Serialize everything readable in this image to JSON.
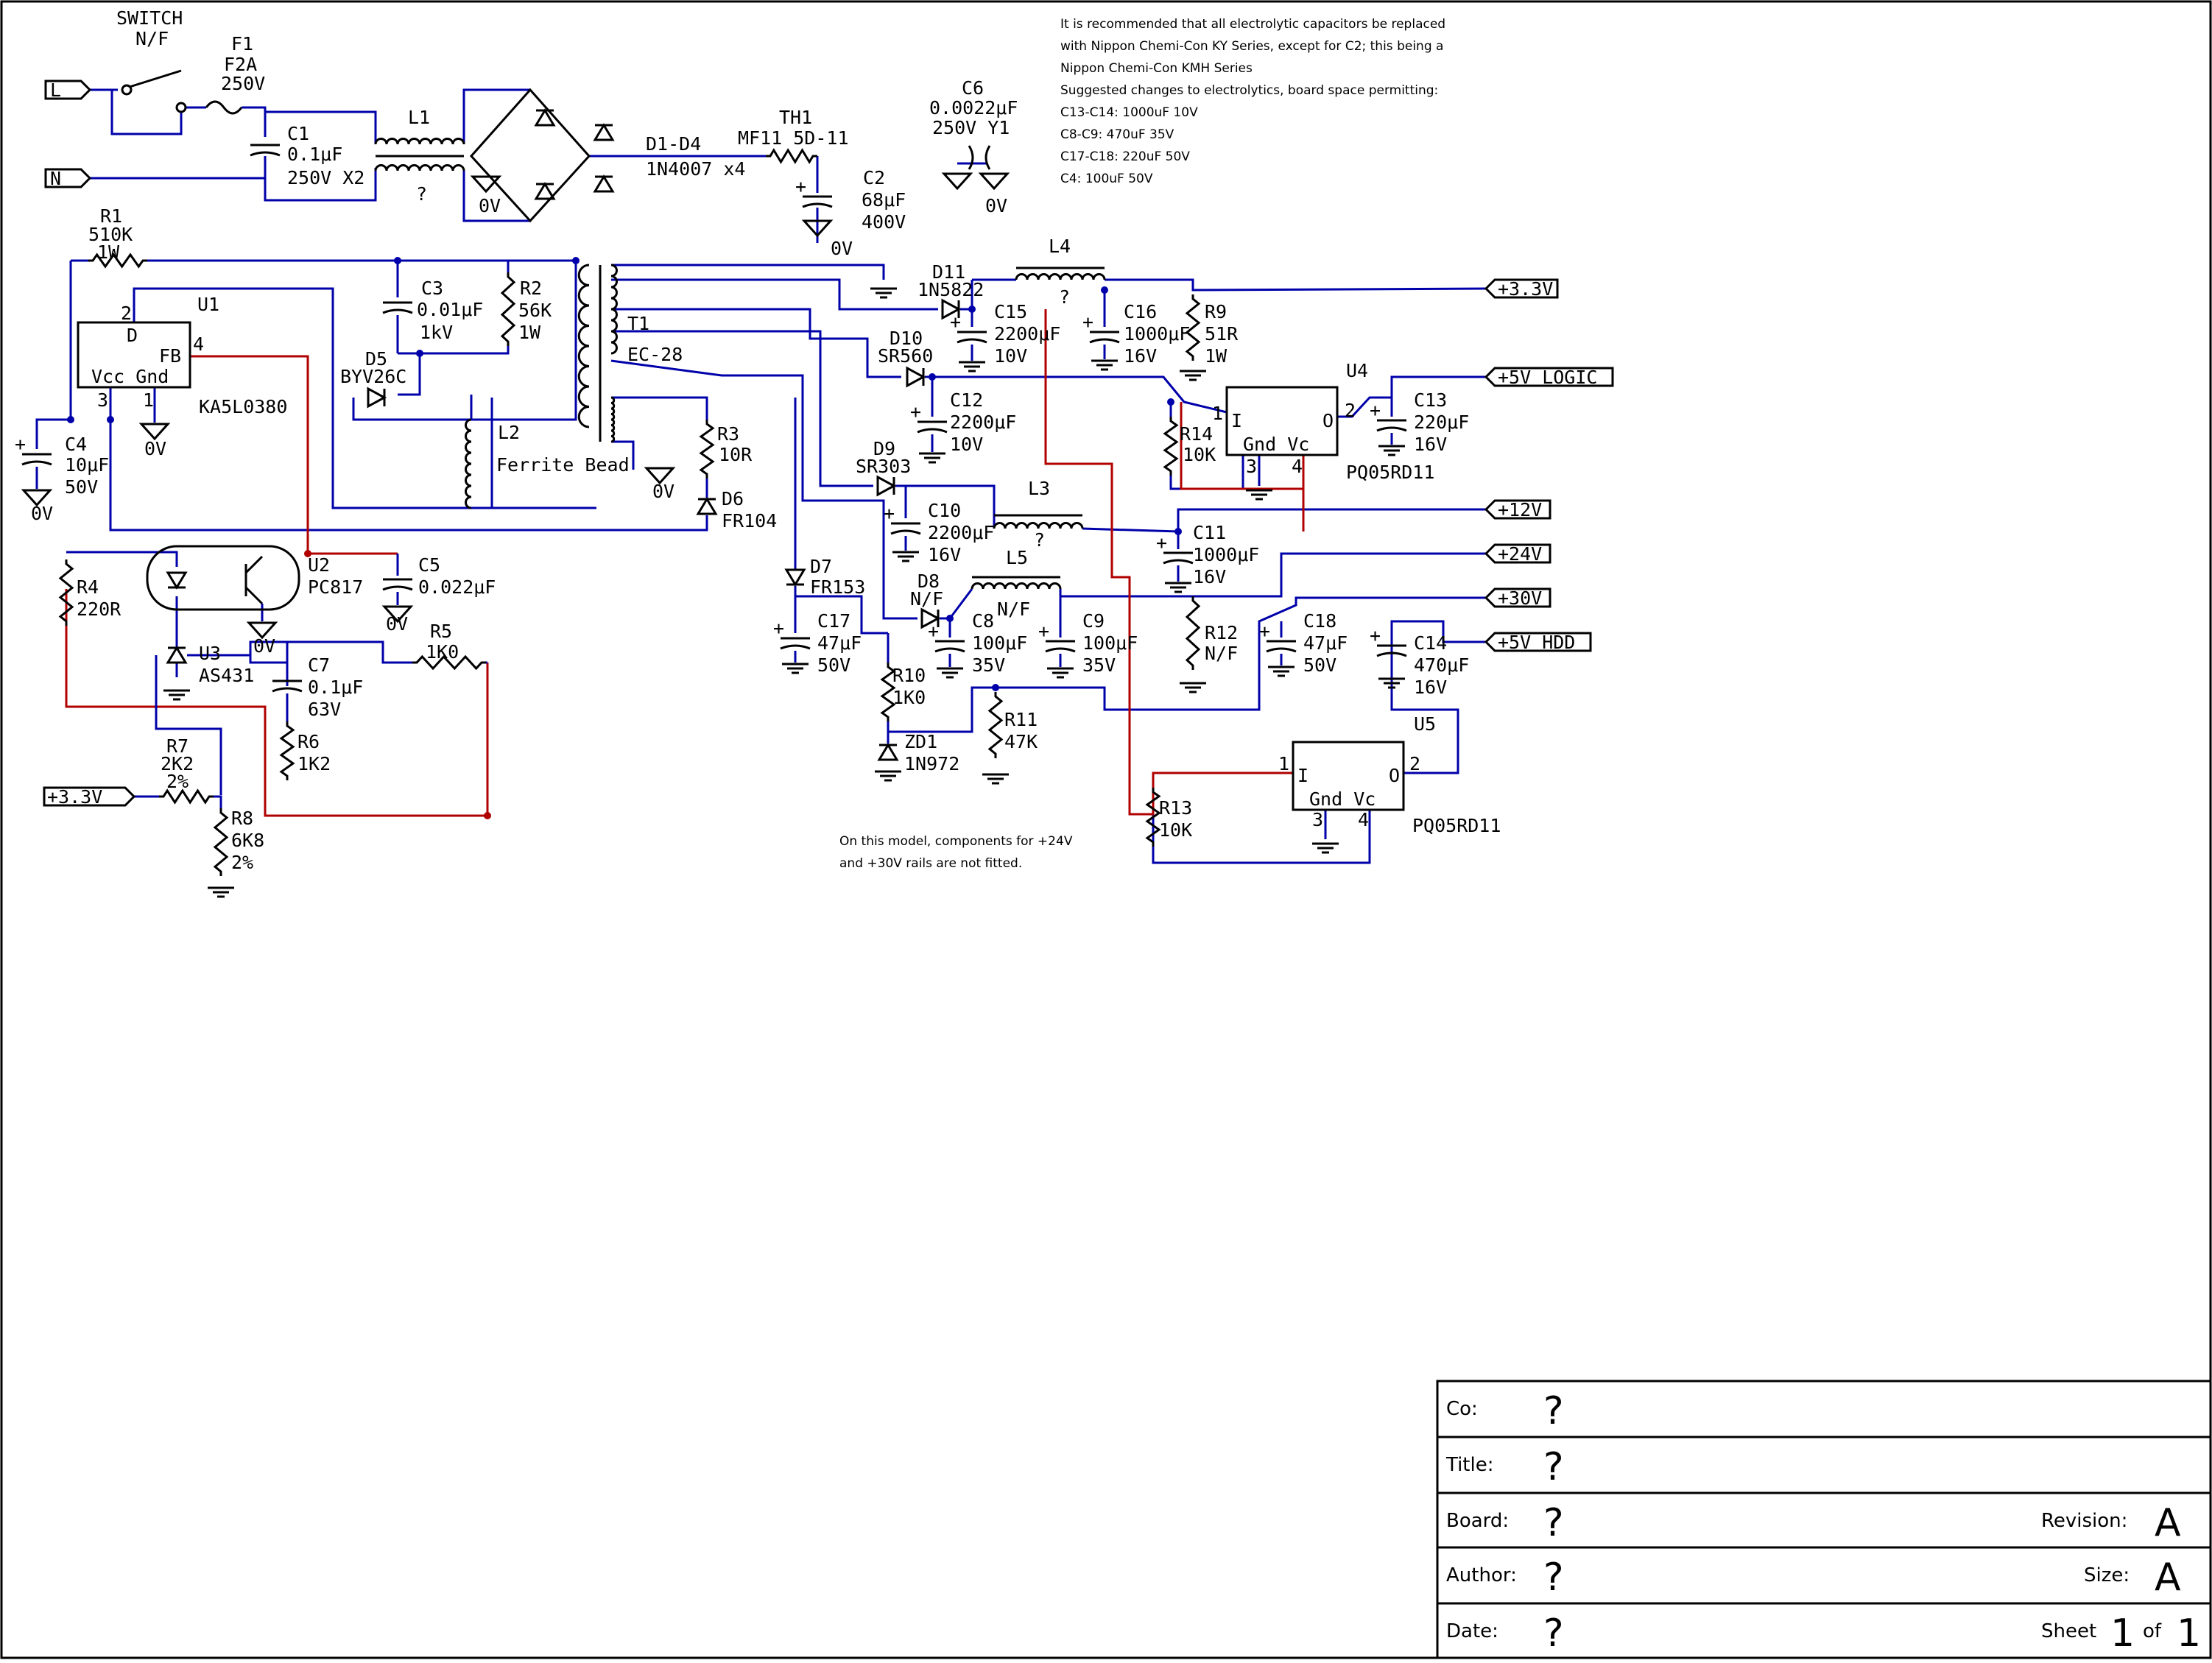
{
  "ports": {
    "L": "L",
    "N": "N",
    "p3v3": "+3.3V",
    "p5vlogic": "+5V LOGIC",
    "p12v": "+12V",
    "p24v": "+24V",
    "p30v": "+30V",
    "p5vhdd": "+5V HDD",
    "p3v3in": "+3.3V"
  },
  "components": {
    "switch_name": "SWITCH",
    "switch_val": "N/F",
    "f1_name": "F1",
    "f1_val1": "F2A",
    "f1_val2": "250V",
    "c1_name": "C1",
    "c1_val1": "0.1μF",
    "c1_val2": "250V X2",
    "l1_name": "L1",
    "l1_val": "?",
    "d1d4_name": "D1-D4",
    "d1d4_val": "1N4007 x4",
    "th1_name": "TH1",
    "th1_val": "MF11 5D-11",
    "c6_name": "C6",
    "c6_val1": "0.0022μF",
    "c6_val2": "250V Y1",
    "c2_name": "C2",
    "c2_val1": "68μF",
    "c2_val2": "400V",
    "r1_name": "R1",
    "r1_val1": "510K",
    "r1_val2": "1W",
    "u1_name": "U1",
    "u1_part": "KA5L0380",
    "u1_pin_d": "D",
    "u1_pin_fb": "FB",
    "u1_pin_vcc_gnd": "Vcc Gnd",
    "u1_pin2": "2",
    "u1_pin4": "4",
    "u1_pin3": "3",
    "u1_pin1": "1",
    "c3_name": "C3",
    "c3_val1": "0.01μF",
    "c3_val2": "1kV",
    "r2_name": "R2",
    "r2_val1": "56K",
    "r2_val2": "1W",
    "d5_name": "D5",
    "d5_val": "BYV26C",
    "t1_name": "T1",
    "t1_val": "EC-28",
    "l2_name": "L2",
    "l2_val": "Ferrite Bead",
    "c4_name": "C4",
    "c4_val1": "10μF",
    "c4_val2": "50V",
    "r3_name": "R3",
    "r3_val": "10R",
    "d6_name": "D6",
    "d6_val": "FR104",
    "d11_name": "D11",
    "d11_val": "1N5822",
    "l4_name": "L4",
    "l4_val": "?",
    "c15_name": "C15",
    "c15_val1": "2200μF",
    "c15_val2": "10V",
    "c16_name": "C16",
    "c16_val1": "1000μF",
    "c16_val2": "16V",
    "r9_name": "R9",
    "r9_val1": "51R",
    "r9_val2": "1W",
    "d10_name": "D10",
    "d10_val": "SR560",
    "c12_name": "C12",
    "c12_val1": "2200μF",
    "c12_val2": "10V",
    "r14_name": "R14",
    "r14_val": "10K",
    "u4_name": "U4",
    "u4_part": "PQ05RD11",
    "reg_i": "I",
    "reg_o": "O",
    "reg_gnd_vc": "Gnd Vc",
    "u4_pin1": "1",
    "u4_pin2": "2",
    "u4_pin3": "3",
    "u4_pin4": "4",
    "c13_name": "C13",
    "c13_val1": "220μF",
    "c13_val2": "16V",
    "d9_name": "D9",
    "d9_val": "SR303",
    "c10_name": "C10",
    "c10_val1": "2200μF",
    "c10_val2": "16V",
    "l3_name": "L3",
    "l3_val": "?",
    "c11_name": "C11",
    "c11_val1": "1000μF",
    "c11_val2": "16V",
    "u2_name": "U2",
    "u2_part": "PC817",
    "c5_name": "C5",
    "c5_val": "0.022μF",
    "r4_name": "R4",
    "r4_val": "220R",
    "d7_name": "D7",
    "d7_val": "FR153",
    "d8_name": "D8",
    "d8_val": "N/F",
    "l5_name": "L5",
    "l5_val": "N/F",
    "c8_name": "C8",
    "c8_val1": "100μF",
    "c8_val2": "35V",
    "c9_name": "C9",
    "c9_val1": "100μF",
    "c9_val2": "35V",
    "r12_name": "R12",
    "r12_val": "N/F",
    "c18_name": "C18",
    "c18_val1": "47μF",
    "c18_val2": "50V",
    "c14_name": "C14",
    "c14_val1": "470μF",
    "c14_val2": "16V",
    "c17_name": "C17",
    "c17_val1": "47μF",
    "c17_val2": "50V",
    "u3_name": "U3",
    "u3_part": "AS431",
    "c7_name": "C7",
    "c7_val1": "0.1μF",
    "c7_val2": "63V",
    "r5_name": "R5",
    "r5_val": "1K0",
    "r10_name": "R10",
    "r10_val": "1K0",
    "r11_name": "R11",
    "r11_val": "47K",
    "zd1_name": "ZD1",
    "zd1_val": "1N972",
    "r6_name": "R6",
    "r6_val": "1K2",
    "r7_name": "R7",
    "r7_val1": "2K2",
    "r7_val2": "2%",
    "r8_name": "R8",
    "r8_val1": "6K8",
    "r8_val2": "2%",
    "r13_name": "R13",
    "r13_val": "10K",
    "u5_name": "U5",
    "u5_part": "PQ05RD11",
    "u5_pin1": "1",
    "u5_pin2": "2",
    "u5_pin3": "3",
    "u5_pin4": "4",
    "gnd_0v": "0V"
  },
  "notes": {
    "n1": "It is recommended that all electrolytic capacitors be replaced",
    "n2": "with Nippon Chemi-Con KY Series, except for C2; this being a",
    "n3": "Nippon Chemi-Con KMH Series",
    "n4": "Suggested changes to electrolytics, board space permitting:",
    "n5": "C13-C14: 1000uF 10V",
    "n6": "C8-C9: 470uF 35V",
    "n7": "C17-C18: 220uF 50V",
    "n8": "C4: 100uF 50V",
    "m1": "On this model, components for +24V",
    "m2": "and +30V rails are not fitted."
  },
  "title_block": {
    "co_label": "Co:",
    "co_value": "?",
    "title_label": "Title:",
    "title_value": "?",
    "board_label": "Board:",
    "board_value": "?",
    "revision_label": "Revision:",
    "revision_value": "A",
    "author_label": "Author:",
    "author_value": "?",
    "size_label": "Size:",
    "size_value": "A",
    "date_label": "Date:",
    "date_value": "?",
    "sheet_label": "Sheet",
    "sheet_num": "1",
    "sheet_of": "of",
    "sheet_total": "1"
  }
}
